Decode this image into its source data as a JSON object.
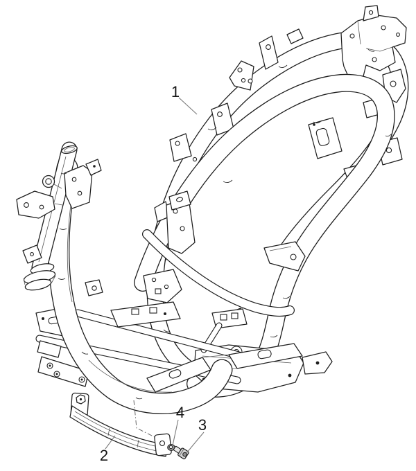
{
  "figure": {
    "kind": "exploded-parts-diagram",
    "subject": "scooter central chassis frame",
    "background_color": "#ffffff",
    "line_color": "#1e1e1e"
  },
  "callouts": [
    {
      "label": "1",
      "part": "frame"
    },
    {
      "label": "2",
      "part": "protection-bar"
    },
    {
      "label": "3",
      "part": "screw"
    },
    {
      "label": "4",
      "part": "washer"
    }
  ]
}
